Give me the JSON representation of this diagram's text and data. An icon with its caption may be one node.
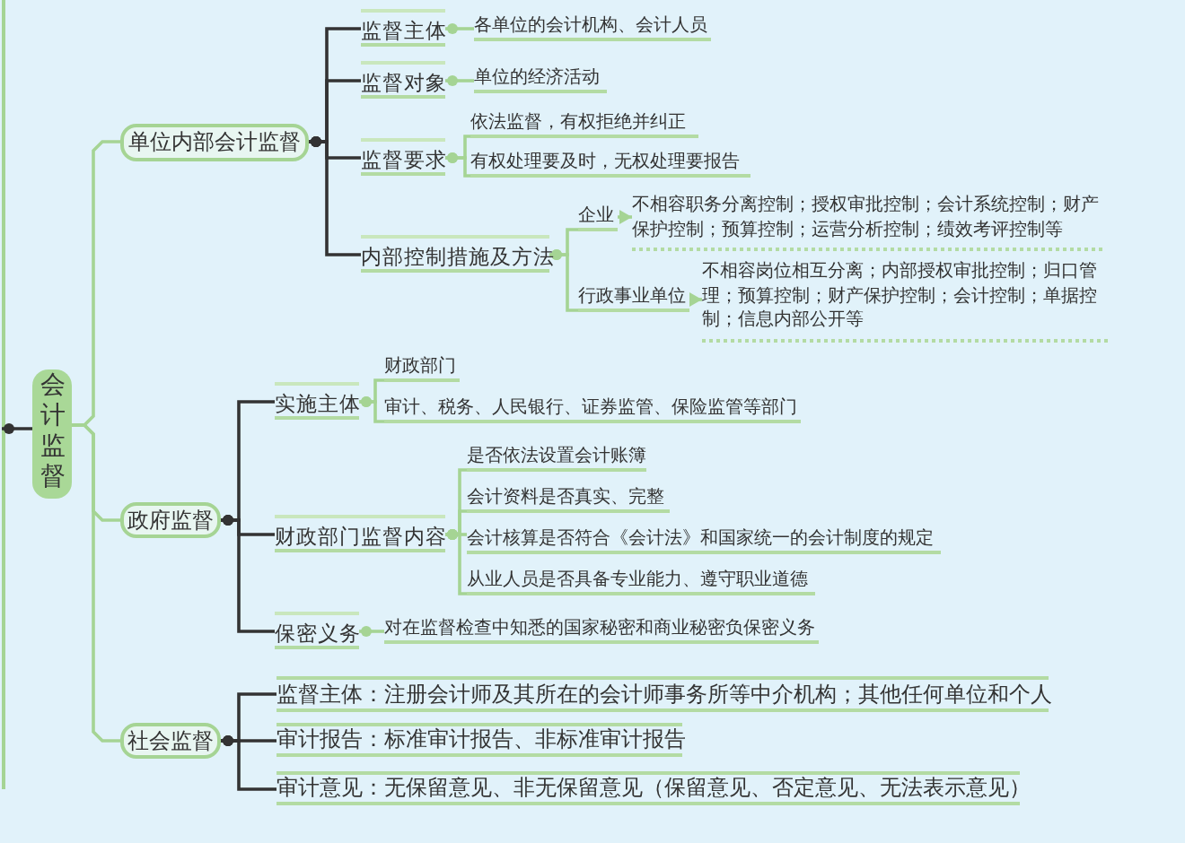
{
  "diagram": {
    "nodes": [
      {
        "text": [
          "会计监督"
        ]
      },
      {
        "text": [
          "单位内部会计监督"
        ]
      },
      {
        "text": [
          "监督主体"
        ]
      },
      {
        "text": [
          "各单位的会计机构、会计人员"
        ]
      },
      {
        "text": [
          "监督对象"
        ]
      },
      {
        "text": [
          "单位的经济活动"
        ]
      },
      {
        "text": [
          "监督要求"
        ]
      },
      {
        "text": [
          "依法监督，有权拒绝并纠正"
        ]
      },
      {
        "text": [
          "有权处理要及时，无权处理要报告"
        ]
      },
      {
        "text": [
          "内部控制措施及方法"
        ]
      },
      {
        "text": [
          "企业"
        ]
      },
      {
        "text": [
          "不相容职务分离控制；授权审批控制；会计系统控制；财产保护控制；预算控制；运营分析控制；绩效考评控制等"
        ]
      },
      {
        "text": [
          "行政事业单位"
        ]
      },
      {
        "text": [
          "不相容岗位相互分离；内部授权审批控制；归口管理；预算控制；财产保护控制；会计控制；单据控制；信息内部公开等"
        ]
      },
      {
        "text": [
          "政府监督"
        ]
      },
      {
        "text": [
          "实施主体"
        ]
      },
      {
        "text": [
          "财政部门"
        ]
      },
      {
        "text": [
          "审计、税务、人民银行、证券监管、保险监管等部门"
        ]
      },
      {
        "text": [
          "财政部门监督内容"
        ]
      },
      {
        "text": [
          "是否依法设置会计账簿"
        ]
      },
      {
        "text": [
          "会计资料是否真实、完整"
        ]
      },
      {
        "text": [
          "会计核算是否符合《会计法》和国家统一的会计制度的规定"
        ]
      },
      {
        "text": [
          "从业人员是否具备专业能力、遵守职业道德"
        ]
      },
      {
        "text": [
          "保密义务"
        ]
      },
      {
        "text": [
          "对在监督检查中知悉的国家秘密和商业秘密负保密义务"
        ]
      },
      {
        "text": [
          "社会监督"
        ]
      },
      {
        "text": [
          "监督主体：注册会计师及其所在的会计师事务所等中介机构；其他任何单位和个人"
        ]
      },
      {
        "text": [
          "审计报告：标准审计报告、非标准审计报告"
        ]
      },
      {
        "text": [
          "审计意见：无保留意见、非无保留意见（保留意见、否定意见、无法表示意见）"
        ]
      }
    ],
    "edges": [
      {
        "from": null,
        "to": 0,
        "arrow": "other",
        "color": "#333333"
      },
      {
        "from": 0,
        "to": 1,
        "arrow": "none"
      },
      {
        "from": 0,
        "to": 14,
        "arrow": "none"
      },
      {
        "from": 0,
        "to": 25,
        "arrow": "none"
      },
      {
        "from": 1,
        "to": 2,
        "arrow": "other",
        "color": "#333333"
      },
      {
        "from": 1,
        "to": 4,
        "arrow": "other",
        "color": "#333333"
      },
      {
        "from": 1,
        "to": 6,
        "arrow": "other",
        "color": "#333333"
      },
      {
        "from": 1,
        "to": 9,
        "arrow": "other",
        "color": "#333333"
      },
      {
        "from": 2,
        "to": 3,
        "arrow": "other"
      },
      {
        "from": 4,
        "to": 5,
        "arrow": "other"
      },
      {
        "from": 6,
        "to": 7,
        "arrow": "other"
      },
      {
        "from": 6,
        "to": 8,
        "arrow": "other"
      },
      {
        "from": 9,
        "to": 10,
        "arrow": "other"
      },
      {
        "from": 9,
        "to": 12,
        "arrow": "other"
      },
      {
        "from": 10,
        "to": 11,
        "arrow": "to"
      },
      {
        "from": 12,
        "to": 13,
        "arrow": "to"
      },
      {
        "from": 14,
        "to": 15,
        "arrow": "other",
        "color": "#333333"
      },
      {
        "from": 14,
        "to": 18,
        "arrow": "other",
        "color": "#333333"
      },
      {
        "from": 14,
        "to": 23,
        "arrow": "other",
        "color": "#333333"
      },
      {
        "from": 15,
        "to": 16,
        "arrow": "other"
      },
      {
        "from": 15,
        "to": 17,
        "arrow": "other"
      },
      {
        "from": 18,
        "to": 19,
        "arrow": "other"
      },
      {
        "from": 18,
        "to": 20,
        "arrow": "other"
      },
      {
        "from": 18,
        "to": 21,
        "arrow": "other"
      },
      {
        "from": 18,
        "to": 22,
        "arrow": "other"
      },
      {
        "from": 23,
        "to": 24,
        "arrow": "other"
      },
      {
        "from": 25,
        "to": 26,
        "arrow": "other",
        "color": "#333333"
      },
      {
        "from": 25,
        "to": 27,
        "arrow": "other",
        "color": "#333333"
      },
      {
        "from": 25,
        "to": 28,
        "arrow": "other",
        "color": "#333333"
      }
    ]
  }
}
